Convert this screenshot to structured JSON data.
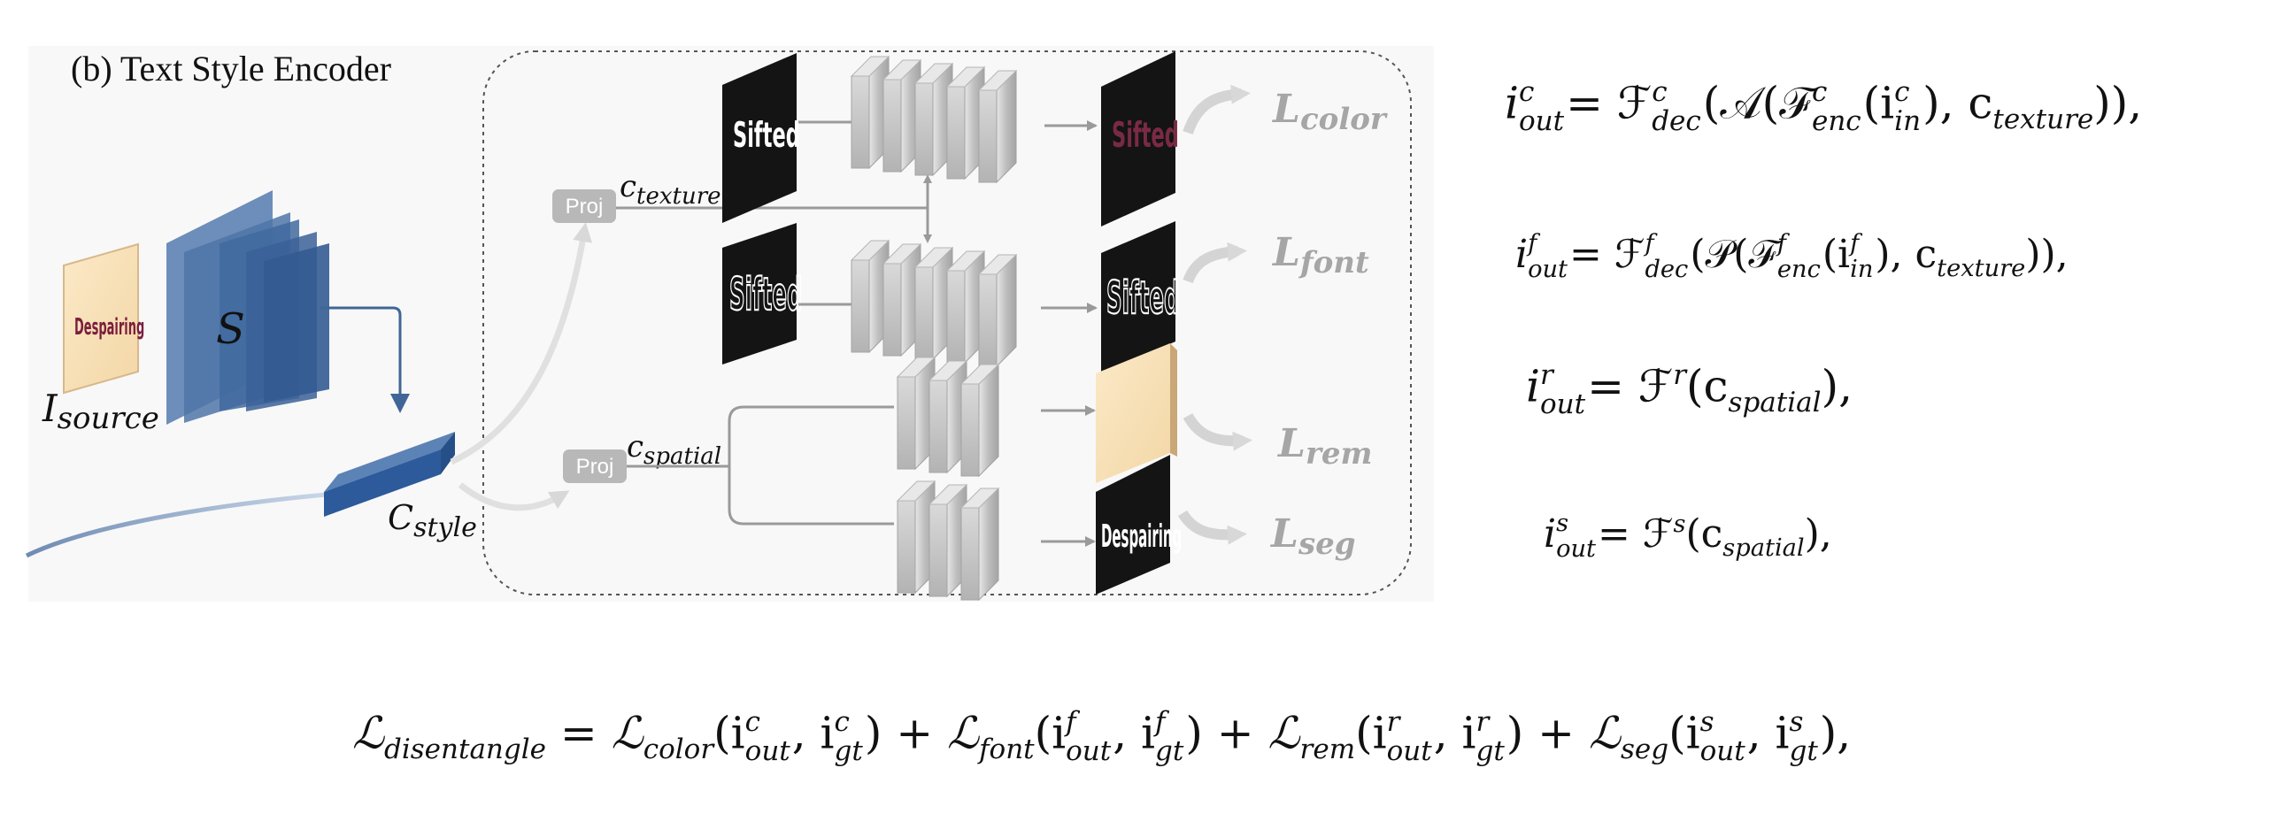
{
  "panel": {
    "title": "(b) Text Style Encoder",
    "source_label": "I",
    "source_sub": "source",
    "source_word": "Despairing",
    "encoder_label": "S",
    "style_label": "C",
    "style_sub": "style",
    "proj_texture": "Proj",
    "proj_spatial": "Proj",
    "texture_label": "c",
    "texture_sub": "texture",
    "spatial_label": "c",
    "spatial_sub": "spatial",
    "sample_word_1": "Sifted",
    "sample_word_2": "Sifted",
    "out_word_color": "Sifted",
    "out_word_font": "Sifted",
    "out_word_seg": "Despairing",
    "loss_color": "L",
    "loss_color_sub": "color",
    "loss_font": "L",
    "loss_font_sub": "font",
    "loss_rem": "L",
    "loss_rem_sub": "rem",
    "loss_seg": "L",
    "loss_seg_sub": "seg"
  },
  "equations": {
    "eq1": {
      "lhs": "i",
      "lhs_sup": "c",
      "lhs_sub": "out",
      "rhs": "= ℱ",
      "f_sup": "c",
      "f_sub": "dec",
      "body": "(𝒜(ℱ",
      "enc_sup": "c",
      "enc_sub": "enc",
      "arg": "(i",
      "arg_sup": "c",
      "arg_sub": "in",
      "tail": "), c",
      "tail_sub": "texture",
      "end": ")),"
    },
    "eq2": {
      "lhs": "i",
      "lhs_sup": "f",
      "lhs_sub": "out",
      "rhs": "= ℱ",
      "f_sup": "f",
      "f_sub": "dec",
      "body": "(𝒫(ℱ",
      "enc_sup": "f",
      "enc_sub": "enc",
      "arg": "(i",
      "arg_sup": "f",
      "arg_sub": "in",
      "tail": "), c",
      "tail_sub": "texture",
      "end": ")),"
    },
    "eq3": {
      "lhs": "i",
      "lhs_sup": "r",
      "lhs_sub": "out",
      "rhs": "= ℱ",
      "f_sup": "r",
      "body": "(c",
      "body_sub": "spatial",
      "end": "),"
    },
    "eq4": {
      "lhs": "i",
      "lhs_sup": "s",
      "lhs_sub": "out",
      "rhs": "= ℱ",
      "f_sup": "s",
      "body": "(c",
      "body_sub": "spatial",
      "end": "),"
    },
    "loss": {
      "lhs": "ℒ",
      "lhs_sub": "disentangle",
      "eq": " = ",
      "t1": "ℒ",
      "t1_sub": "color",
      "t1_arg": "(i",
      "t1_a_sup": "c",
      "t1_a_sub": "out",
      "t1_mid": ", i",
      "t1_b_sup": "c",
      "t1_b_sub": "gt",
      "t1_end": ") + ",
      "t2": "ℒ",
      "t2_sub": "font",
      "t2_arg": "(i",
      "t2_a_sup": "f",
      "t2_a_sub": "out",
      "t2_mid": ", i",
      "t2_b_sup": "f",
      "t2_b_sub": "gt",
      "t2_end": ") + ",
      "t3": "ℒ",
      "t3_sub": "rem",
      "t3_arg": "(i",
      "t3_a_sup": "r",
      "t3_a_sub": "out",
      "t3_mid": ", i",
      "t3_b_sup": "r",
      "t3_b_sub": "gt",
      "t3_end": ") + ",
      "t4": "ℒ",
      "t4_sub": "seg",
      "t4_arg": "(i",
      "t4_a_sup": "s",
      "t4_a_sub": "out",
      "t4_mid": ", i",
      "t4_b_sup": "s",
      "t4_b_sub": "gt",
      "t4_end": "),"
    }
  },
  "colors": {
    "encoder_blue": "#4a6fa0",
    "encoder_blue_dark": "#2f5586",
    "style_blue": "#2d5a9a",
    "decoder_gray": "#c8c8c8",
    "arrow_gray": "#999999",
    "loss_gray": "#a8a8a8",
    "proj_gray": "#b5b5b5",
    "panel_bg": "#f7f7f7",
    "beige": "#f8e3b8"
  }
}
